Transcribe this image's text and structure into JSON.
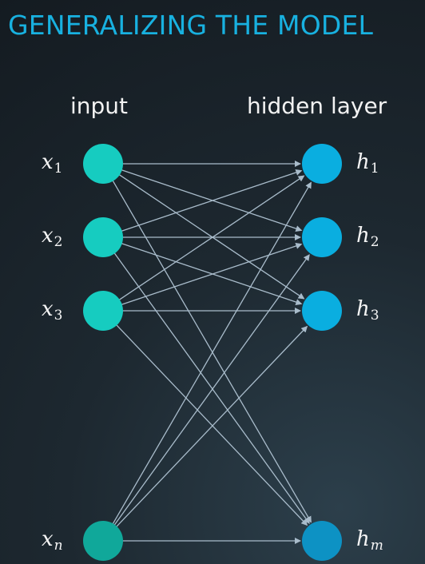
{
  "title": "GENERALIZING THE MODEL",
  "headers": {
    "input": "input",
    "hidden": "hidden layer"
  },
  "input_nodes": [
    {
      "var": "x",
      "sub": "1"
    },
    {
      "var": "x",
      "sub": "2"
    },
    {
      "var": "x",
      "sub": "3"
    },
    {
      "var": "x",
      "sub": "n"
    }
  ],
  "hidden_nodes": [
    {
      "var": "h",
      "sub": "1"
    },
    {
      "var": "h",
      "sub": "2"
    },
    {
      "var": "h",
      "sub": "3"
    },
    {
      "var": "h",
      "sub": "m"
    }
  ],
  "colors": {
    "title": "#18b1e0",
    "input_node": "#16ccc0",
    "hidden_node": "#0aaee0",
    "edge": "#a9bccb"
  },
  "connectivity": "fully-connected"
}
